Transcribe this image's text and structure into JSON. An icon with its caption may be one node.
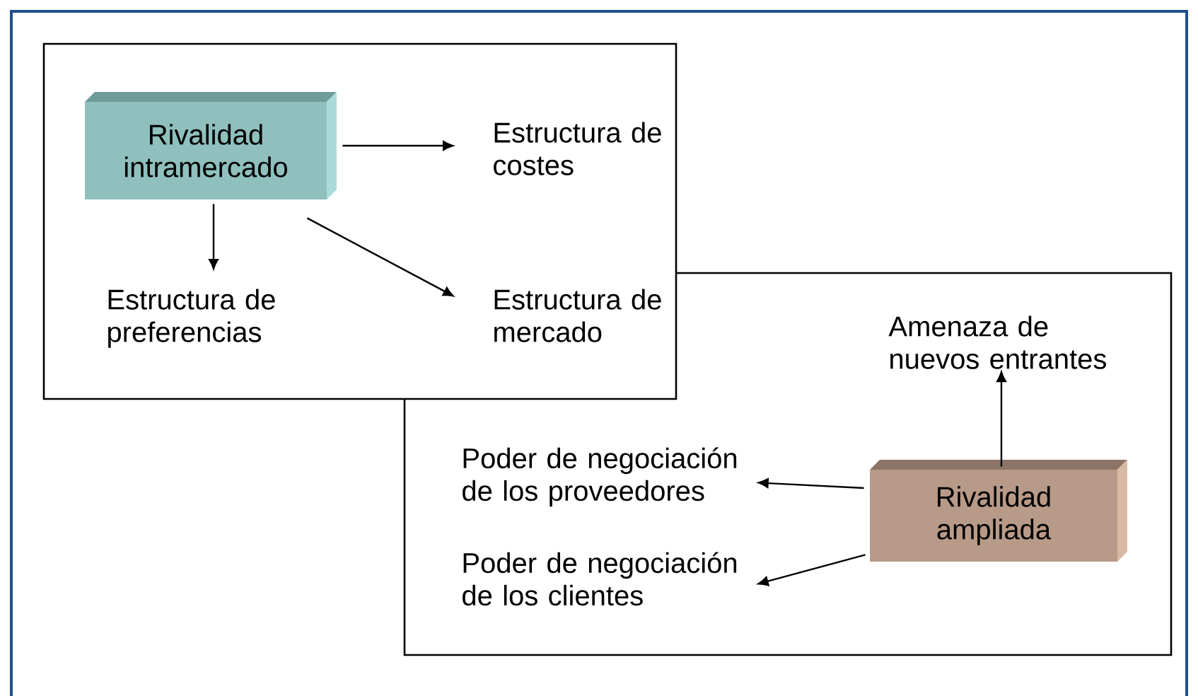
{
  "diagram": {
    "nodes": [
      {
        "text": [],
        "shape": "box"
      },
      {
        "text": [
          "Rivalidad intramercado"
        ],
        "in": 0
      },
      {
        "text": [
          "Estructura de costes"
        ],
        "in": 0
      },
      {
        "text": [
          "Estructura de preferencias"
        ],
        "in": 0
      },
      {
        "text": [
          "Estructura de mercado"
        ]
      },
      {
        "text": [],
        "shape": "box"
      },
      {
        "text": [
          "Amenaza de nuevos entrantes"
        ],
        "in": 5
      },
      {
        "text": [
          "Poder de negociación de los proveedores"
        ],
        "in": 5
      },
      {
        "text": [
          "Poder de negociación de los clientes"
        ],
        "in": 5
      },
      {
        "text": [
          "Rivalidad ampliada"
        ],
        "in": 5
      }
    ],
    "edges": [
      {
        "from": 1,
        "to": 2,
        "arrow": "to"
      },
      {
        "from": 1,
        "to": 3,
        "arrow": "to"
      },
      {
        "from": 1,
        "to": 4,
        "arrow": "to"
      },
      {
        "from": 9,
        "to": 6,
        "arrow": "to"
      },
      {
        "from": 9,
        "to": 7,
        "arrow": "to"
      },
      {
        "from": 9,
        "to": 8,
        "arrow": "to"
      }
    ]
  }
}
